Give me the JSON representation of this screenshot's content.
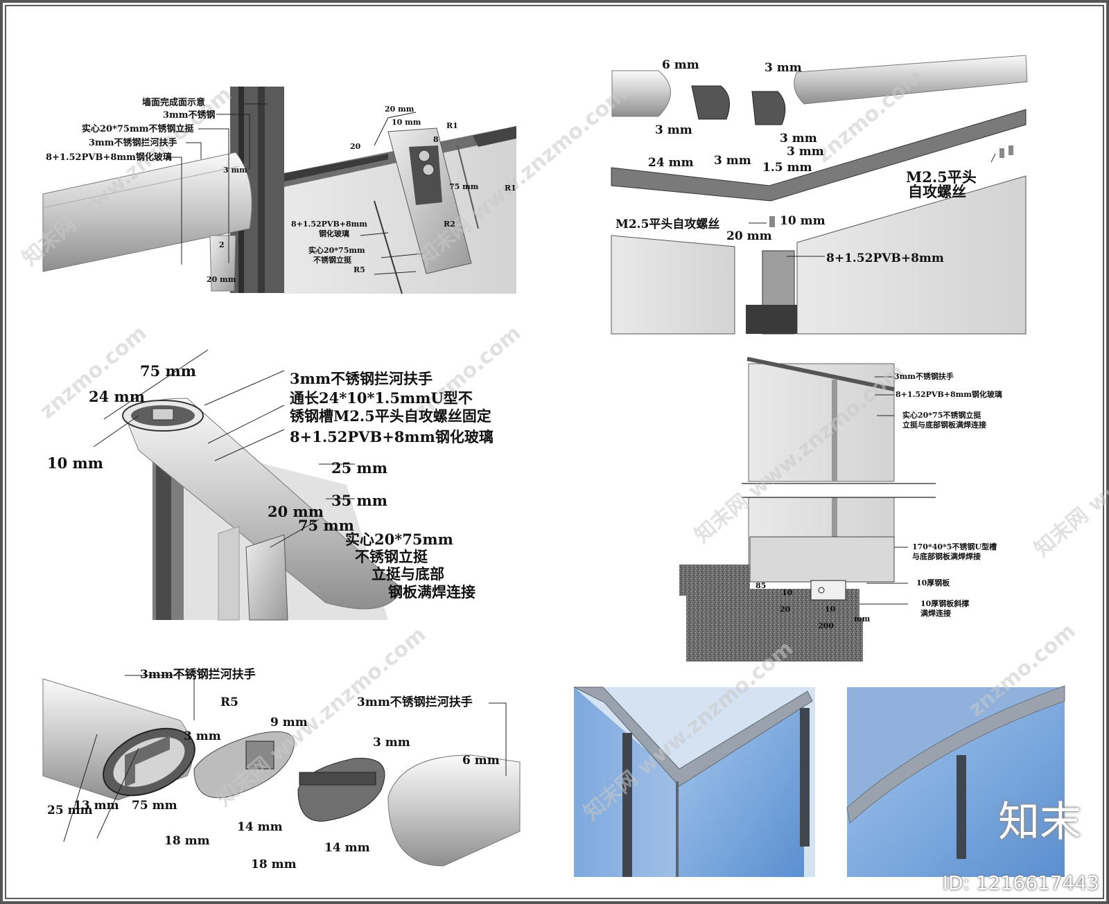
{
  "watermark": "znzmo.com",
  "watermark_cn": "知末网 www.znzmo.com",
  "brand_logo": "知末",
  "image_id": "ID: 1216617443",
  "panel1": {
    "wall_label": "墙面完成面示意",
    "steel3_label": "3mm不锈钢",
    "post_label": "实心20*75mm不锈钢立挺",
    "handrail_label": "3mm不锈钢拦河扶手",
    "glass_label": "8+1.52PVB+8mm钢化玻璃",
    "dim_3mm": "3 mm",
    "dim_2": "2",
    "dim_20mm": "20 mm",
    "dim_20mm_top": "20 mm",
    "dim_10mm": "10 mm",
    "dim_20": "20",
    "dim_8": "8",
    "dim_75": "75 mm",
    "r1a": "R1",
    "r1b": "R1",
    "r2": "R2",
    "r5": "R5",
    "glass_label2a": "8+1.52PVB+8mm",
    "glass_label2b": "钢化玻璃",
    "post_label2a": "实心20*75mm",
    "post_label2b": "不锈钢立挺"
  },
  "panel2": {
    "dim_6mm": "6 mm",
    "dim_3mm_a": "3 mm",
    "dim_3mm_b": "3 mm",
    "dim_3mm_c": "3 mm",
    "dim_3mm_d": "3 mm",
    "dim_24mm": "24 mm",
    "dim_3mm_e": "3 mm",
    "dim_15mm": "1.5 mm",
    "dim_10mm": "10 mm",
    "dim_20mm": "20 mm",
    "screw_a1": "M2.5平头",
    "screw_a2": "自攻螺丝",
    "screw_b": "M2.5平头自攻螺丝",
    "glass": "8+1.52PVB+8mm"
  },
  "panel3": {
    "dim_75mm": "75 mm",
    "dim_24mm": "24 mm",
    "dim_10mm": "10 mm",
    "dim_25mm": "25 mm",
    "dim_35mm": "35 mm",
    "dim_20mm": "20 mm",
    "dim_75mm_b": "75 mm",
    "handrail": "3mm不锈钢拦河扶手",
    "channel1": "通长24*10*1.5mmU型不",
    "channel2": "锈钢槽M2.5平头自攻螺丝固定",
    "glass": "8+1.52PVB+8mm钢化玻璃",
    "post1": "实心20*75mm",
    "post2": "不锈钢立挺",
    "post3": "立挺与底部",
    "post4": "钢板满焊连接"
  },
  "panel4": {
    "handrail": "3mm不锈钢扶手",
    "glass": "8+1.52PVB+8mm钢化玻璃",
    "post1": "实心20*75不锈钢立挺",
    "post2": "立挺与底部钢板满焊连接",
    "channel1": "170*40*5不锈钢U型槽",
    "channel2": "与底部钢板满焊焊接",
    "plate": "10厚钢板",
    "brace1": "10厚钢板斜撑",
    "brace2": "满焊连接",
    "dim_a": "85",
    "dim_b": "10",
    "dim_c": "20",
    "dim_d": "10",
    "dim_e": "200",
    "dim_f": "mm"
  },
  "panel5": {
    "handrail_a": "3mm不锈钢拦河扶手",
    "handrail_b": "3mm不锈钢拦河扶手",
    "r5": "R5",
    "dim_9mm": "9 mm",
    "dim_3mm_a": "3 mm",
    "dim_3mm_b": "3 mm",
    "dim_6mm": "6 mm",
    "dim_25mm": "25 mm",
    "dim_13mm": "13 mm",
    "dim_75mm": "75 mm",
    "dim_18mm_a": "18 mm",
    "dim_14mm_a": "14 mm",
    "dim_18mm_b": "18 mm",
    "dim_14mm_b": "14 mm"
  }
}
